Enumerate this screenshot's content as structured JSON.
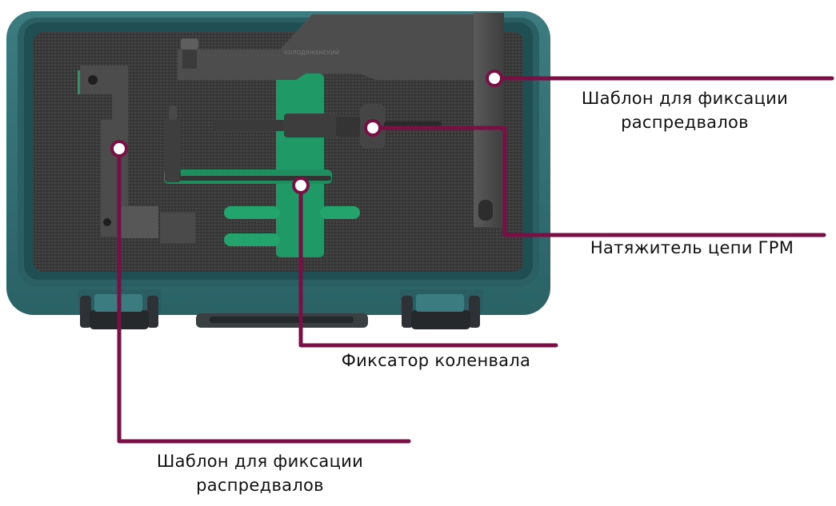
{
  "colors": {
    "case_teal": "#2f6b6f",
    "case_teal_light": "#3e7f83",
    "foam": "#3a3a3a",
    "tool_gray": "#4a4a4a",
    "insert_green": "#1f9a66",
    "callout": "#7a0f45",
    "marker_fill": "#ffffff",
    "label_text": "#111111",
    "background": "#ffffff"
  },
  "callouts": [
    {
      "id": "camshaft-template-right",
      "lines": [
        "Шаблон для фиксации",
        "распредвалов"
      ]
    },
    {
      "id": "chain-tensioner",
      "lines": [
        "Натяжитель цепи ГРМ"
      ]
    },
    {
      "id": "crankshaft-lock",
      "lines": [
        "Фиксатор коленвала"
      ]
    },
    {
      "id": "camshaft-template-left",
      "lines": [
        "Шаблон для фиксации",
        "распредвалов"
      ]
    }
  ]
}
